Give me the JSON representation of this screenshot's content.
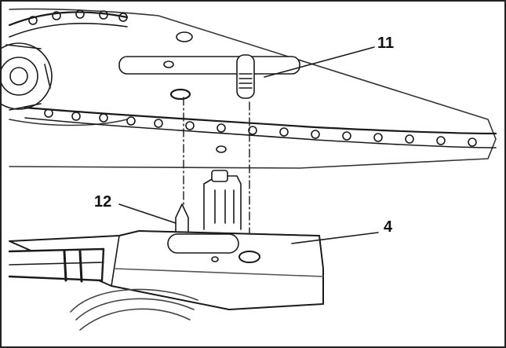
{
  "callouts": {
    "part_11": "11",
    "part_12": "12",
    "part_4": "4"
  },
  "colors": {
    "ink": "#1a1a1a",
    "paper": "#ffffff",
    "shade": "#d8d8d8"
  }
}
